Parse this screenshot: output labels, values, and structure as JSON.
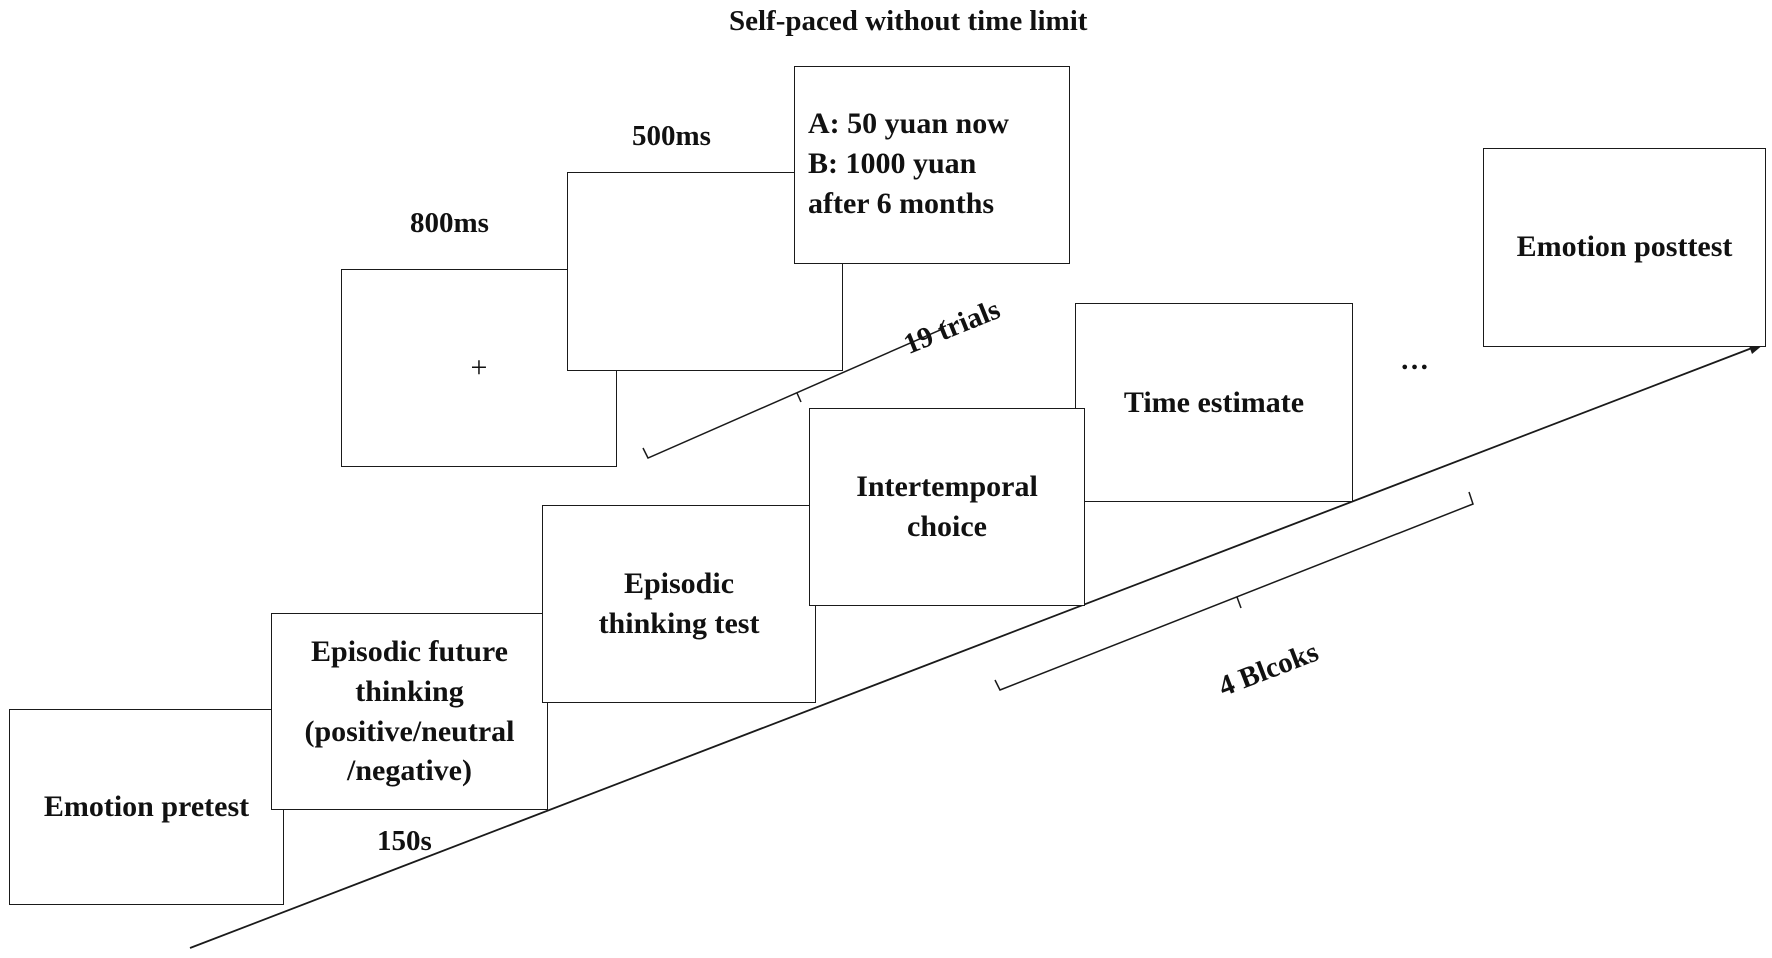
{
  "title": "Self-paced without time limit",
  "timings": {
    "fixation": "800ms",
    "blank": "500ms",
    "efft": "150s"
  },
  "fixation_symbol": "+",
  "choice_screen": {
    "line1": "A: 50 yuan now",
    "line2": "B: 1000 yuan",
    "line3": "after 6 months"
  },
  "boxes": {
    "emotion_pretest": "Emotion pretest",
    "eft": {
      "line1": "Episodic future",
      "line2": "thinking",
      "line3": "(positive/neutral",
      "line4": "/negative)"
    },
    "episodic_test": {
      "line1": "Episodic",
      "line2": "thinking test"
    },
    "intertemporal": {
      "line1": "Intertemporal",
      "line2": "choice"
    },
    "time_estimate": "Time estimate",
    "emotion_posttest": "Emotion posttest"
  },
  "trials_label": "19 trials",
  "blocks_label": "4 Blcoks",
  "ellipsis": "…",
  "colors": {
    "stroke": "#1a1a1a",
    "text": "#111111",
    "background": "#ffffff"
  }
}
